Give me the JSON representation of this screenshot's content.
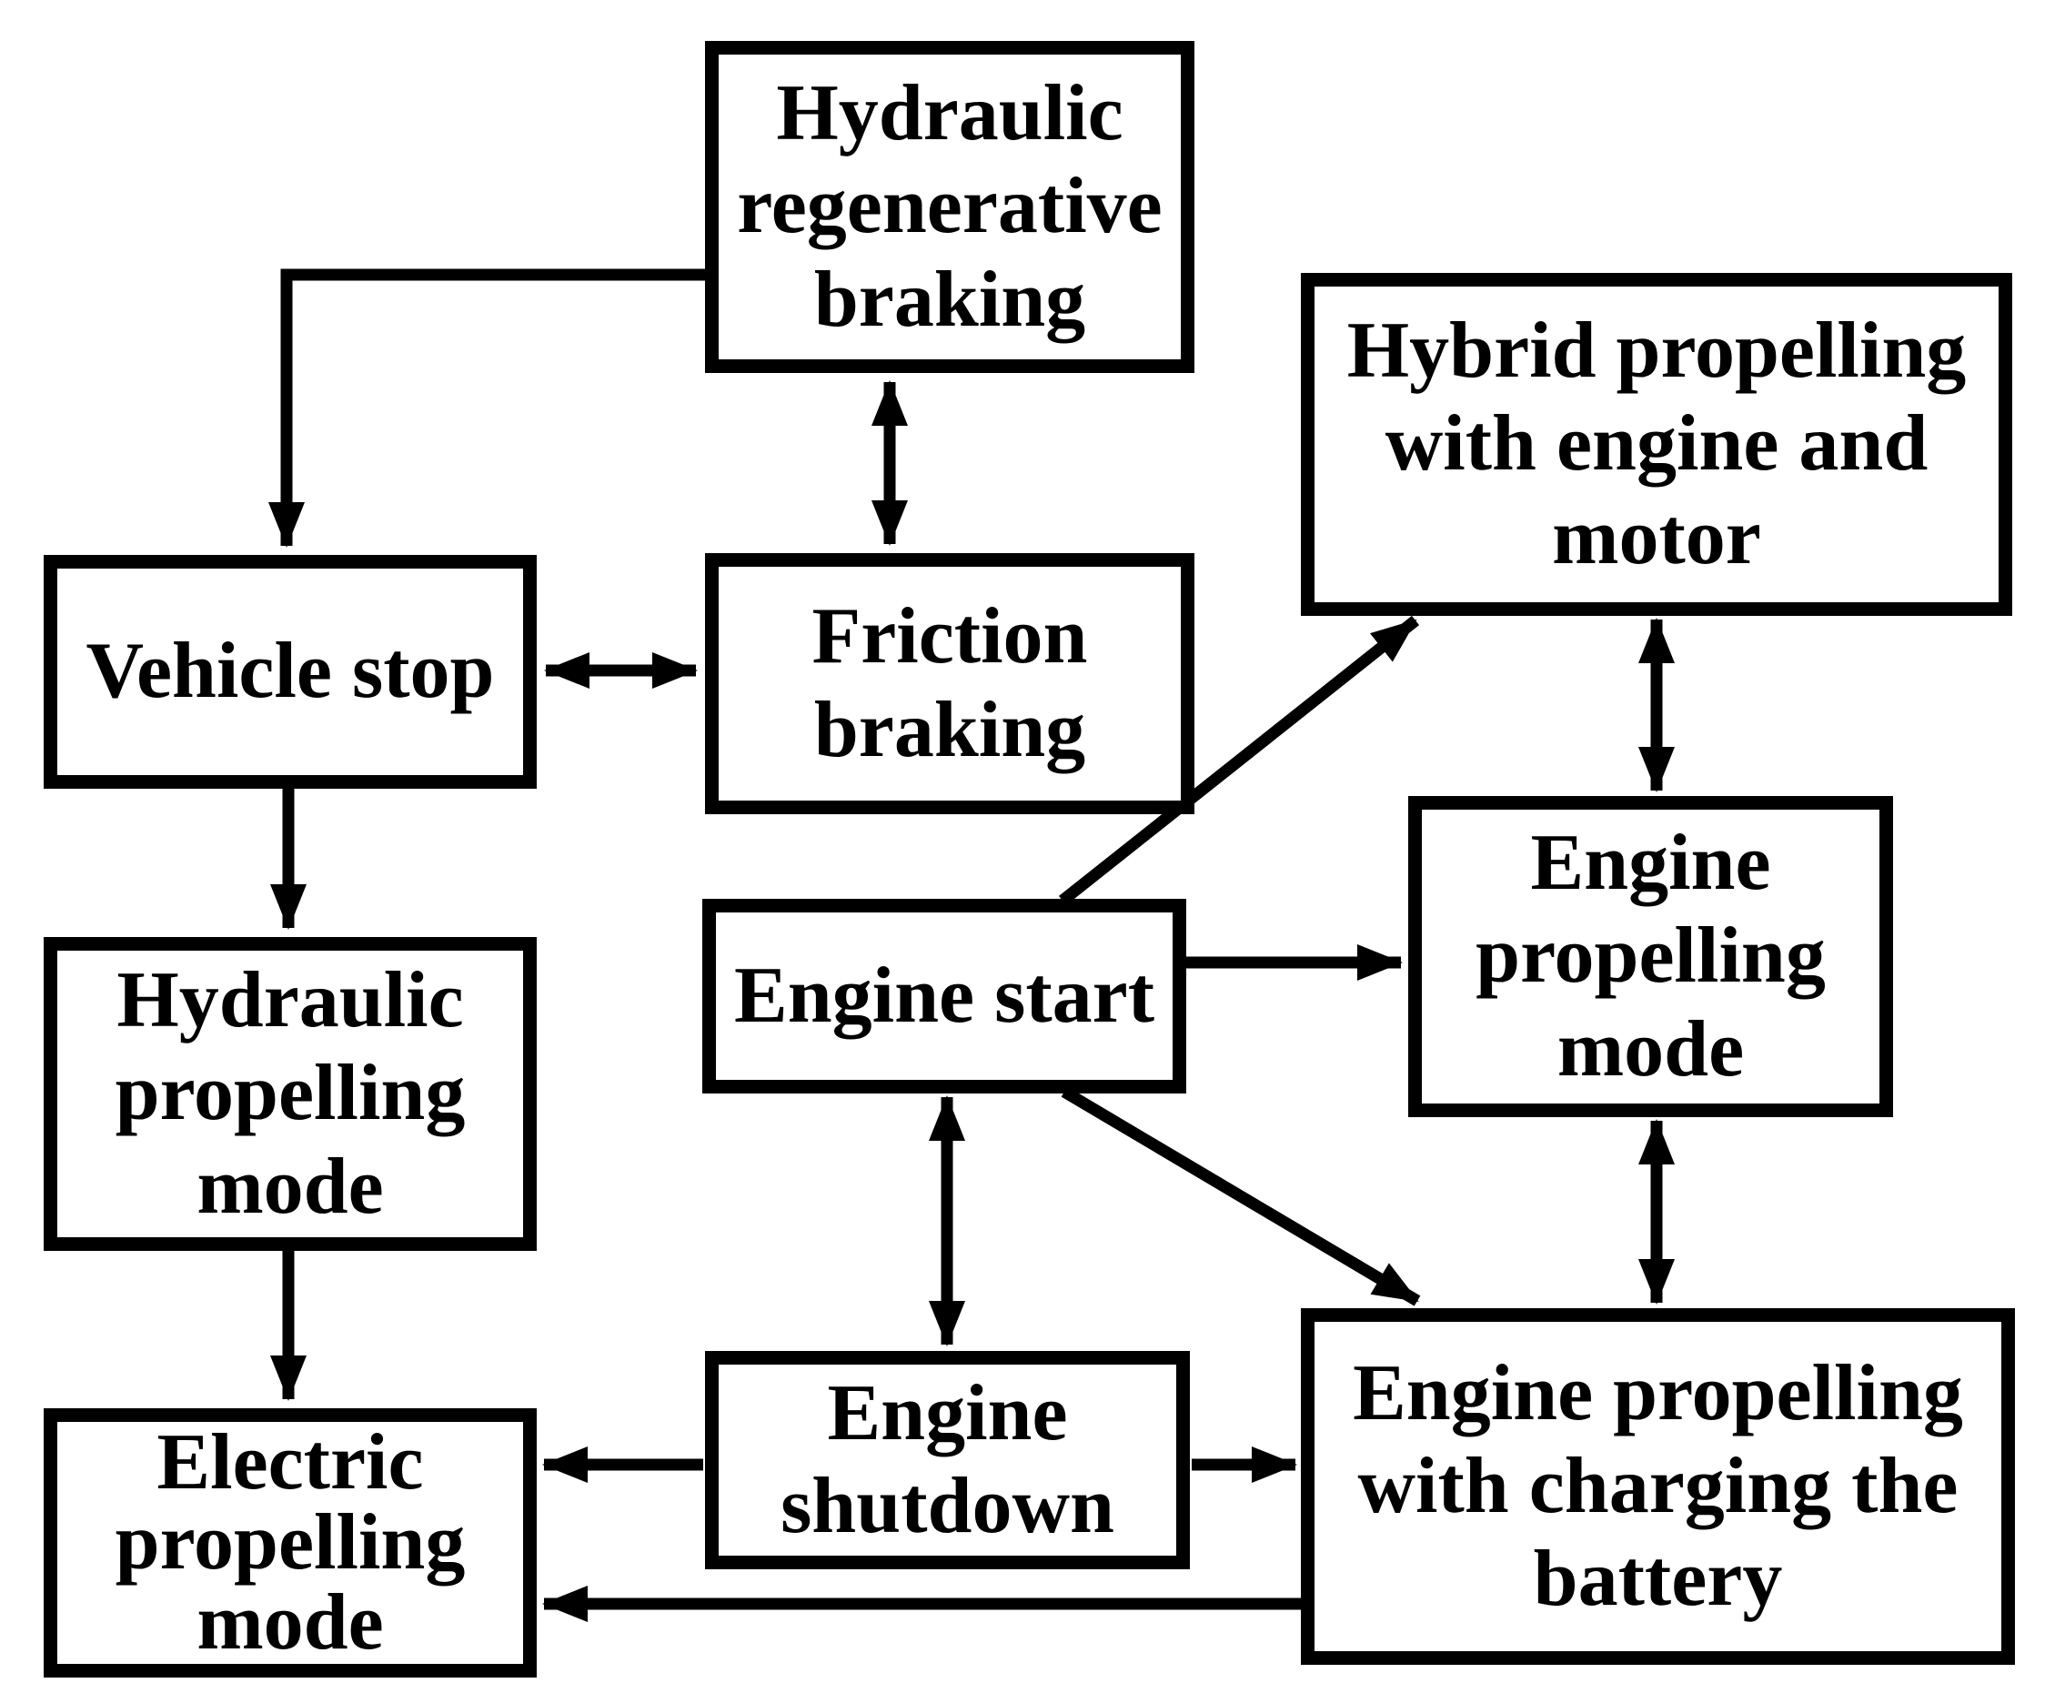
{
  "figure": {
    "type": "state-transition-diagram",
    "colors": {
      "background": "#ffffff",
      "line": "#000000",
      "text": "#000000",
      "box_fill": "#ffffff"
    },
    "nodes": {
      "hydraulic_regen_braking": {
        "label": "Hydraulic\nregenerative\nbraking"
      },
      "hybrid_propelling": {
        "label": "Hybrid propelling\nwith engine and\nmotor"
      },
      "vehicle_stop": {
        "label": "Vehicle stop"
      },
      "friction_braking": {
        "label": "Friction\nbraking"
      },
      "engine_start": {
        "label": "Engine start"
      },
      "engine_propelling_mode": {
        "label": "Engine\npropelling\nmode"
      },
      "hydraulic_propelling_mode": {
        "label": "Hydraulic\npropelling\nmode"
      },
      "electric_propelling_mode": {
        "label": "Electric\npropelling\nmode"
      },
      "engine_shutdown": {
        "label": "Engine\nshutdown"
      },
      "engine_propelling_charging": {
        "label": "Engine propelling\nwith charging the\nbattery"
      }
    },
    "edges": [
      {
        "from": "hydraulic_regen_braking",
        "to": "vehicle_stop",
        "type": "arrow"
      },
      {
        "from": "hydraulic_regen_braking",
        "to": "friction_braking",
        "type": "double-arrow"
      },
      {
        "from": "vehicle_stop",
        "to": "friction_braking",
        "type": "double-arrow"
      },
      {
        "from": "vehicle_stop",
        "to": "hydraulic_propelling_mode",
        "type": "arrow"
      },
      {
        "from": "hydraulic_propelling_mode",
        "to": "electric_propelling_mode",
        "type": "arrow"
      },
      {
        "from": "engine_start",
        "to": "hybrid_propelling",
        "type": "arrow"
      },
      {
        "from": "engine_start",
        "to": "engine_propelling_mode",
        "type": "arrow"
      },
      {
        "from": "engine_start",
        "to": "engine_propelling_charging",
        "type": "arrow"
      },
      {
        "from": "engine_start",
        "to": "engine_shutdown",
        "type": "double-arrow"
      },
      {
        "from": "hybrid_propelling",
        "to": "engine_propelling_mode",
        "type": "double-arrow"
      },
      {
        "from": "engine_propelling_mode",
        "to": "engine_propelling_charging",
        "type": "double-arrow"
      },
      {
        "from": "engine_shutdown",
        "to": "electric_propelling_mode",
        "type": "arrow"
      },
      {
        "from": "engine_shutdown",
        "to": "engine_propelling_charging",
        "type": "arrow"
      },
      {
        "from": "engine_propelling_charging",
        "to": "electric_propelling_mode",
        "type": "arrow"
      }
    ]
  }
}
